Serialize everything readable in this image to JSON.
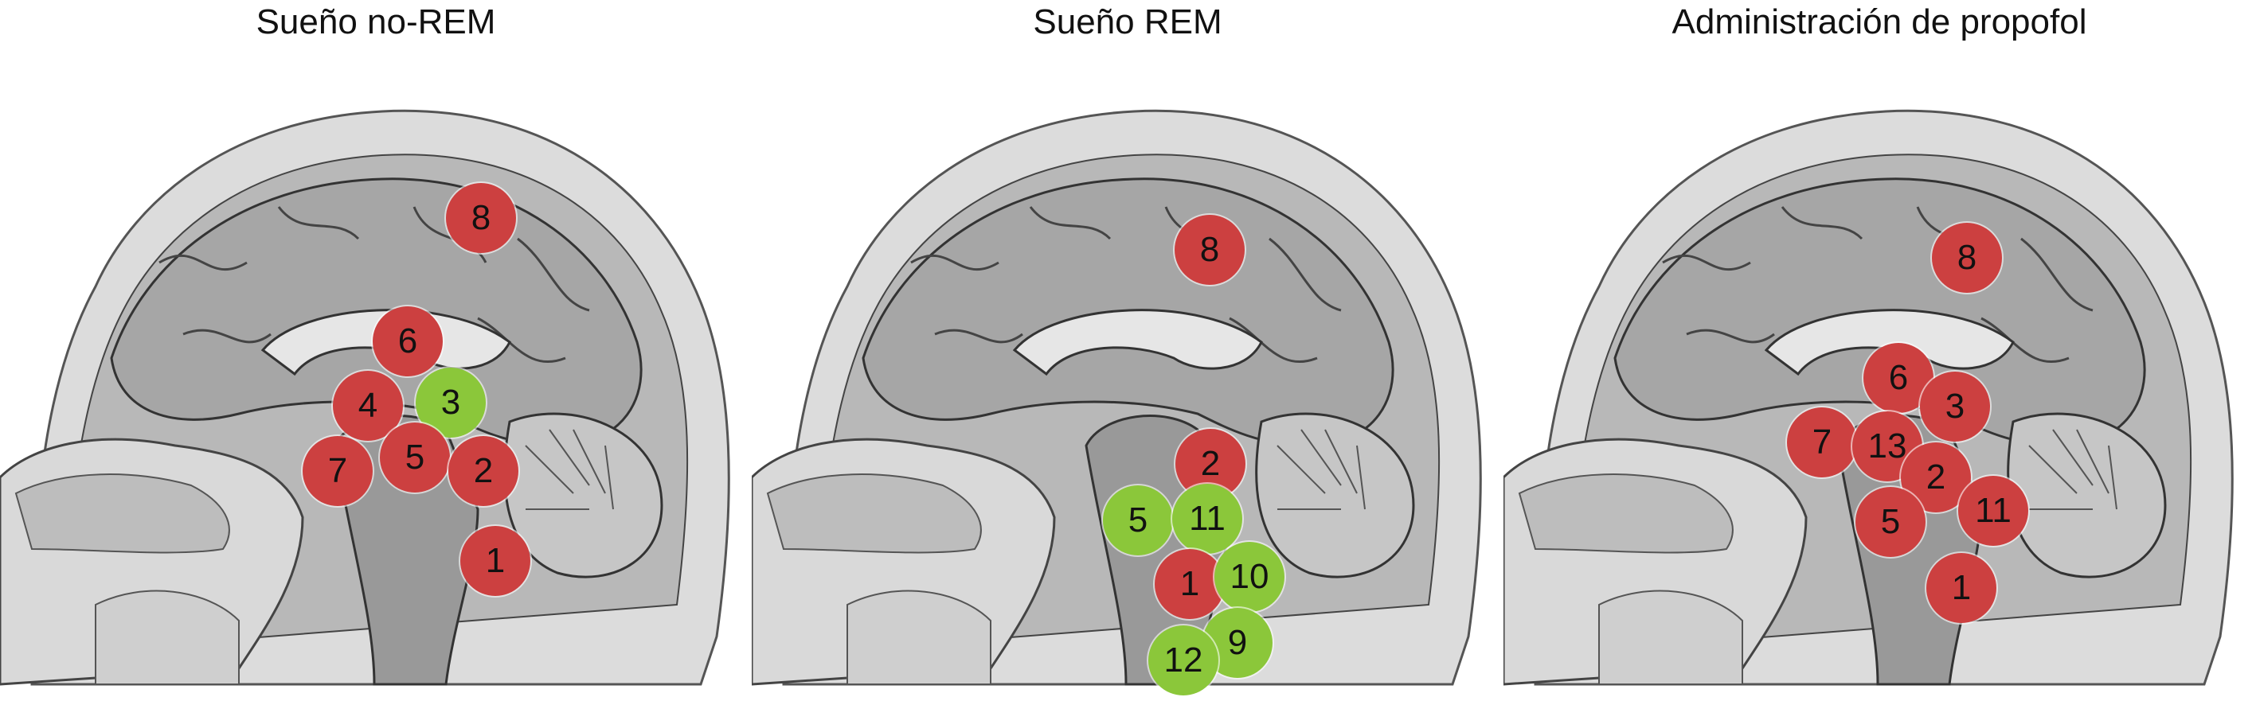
{
  "colors": {
    "inhibited": "#cc4040",
    "activated": "#8bc73a"
  },
  "panels": [
    {
      "title": "Sueño no-REM",
      "markers": [
        {
          "label": "8",
          "state": "inhibited"
        },
        {
          "label": "6",
          "state": "inhibited"
        },
        {
          "label": "4",
          "state": "inhibited"
        },
        {
          "label": "3",
          "state": "activated"
        },
        {
          "label": "7",
          "state": "inhibited"
        },
        {
          "label": "5",
          "state": "inhibited"
        },
        {
          "label": "2",
          "state": "inhibited"
        },
        {
          "label": "1",
          "state": "inhibited"
        }
      ]
    },
    {
      "title": "Sueño REM",
      "markers": [
        {
          "label": "8",
          "state": "inhibited"
        },
        {
          "label": "2",
          "state": "inhibited"
        },
        {
          "label": "5",
          "state": "activated"
        },
        {
          "label": "11",
          "state": "activated"
        },
        {
          "label": "1",
          "state": "inhibited"
        },
        {
          "label": "10",
          "state": "activated"
        },
        {
          "label": "9",
          "state": "activated"
        },
        {
          "label": "12",
          "state": "activated"
        }
      ]
    },
    {
      "title": "Administración de propofol",
      "markers": [
        {
          "label": "8",
          "state": "inhibited"
        },
        {
          "label": "6",
          "state": "inhibited"
        },
        {
          "label": "3",
          "state": "inhibited"
        },
        {
          "label": "7",
          "state": "inhibited"
        },
        {
          "label": "13",
          "state": "inhibited"
        },
        {
          "label": "2",
          "state": "inhibited"
        },
        {
          "label": "11",
          "state": "inhibited"
        },
        {
          "label": "5",
          "state": "inhibited"
        },
        {
          "label": "1",
          "state": "inhibited"
        }
      ]
    }
  ]
}
